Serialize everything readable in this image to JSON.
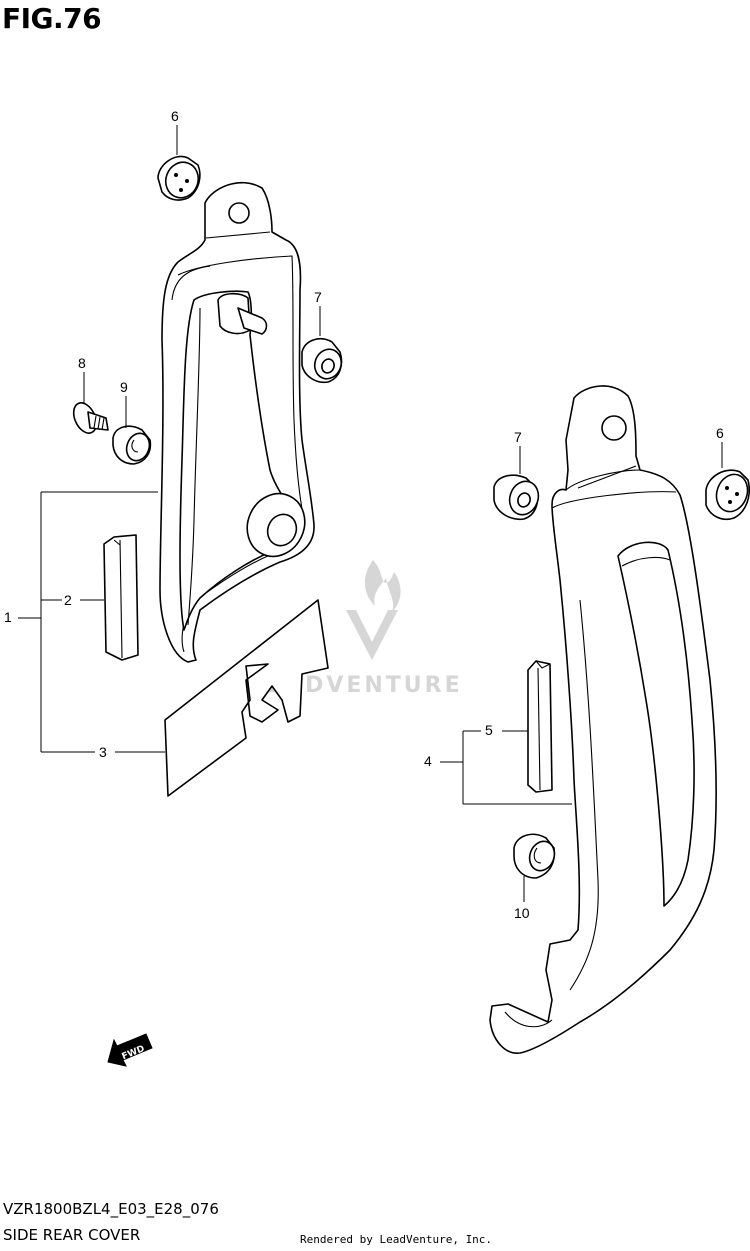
{
  "figure": {
    "title": "FIG.76"
  },
  "footer": {
    "model_code": "VZR1800BZL4_E03_E28_076",
    "section_title": "SIDE REAR COVER",
    "rendered_by": "Rendered by LeadVenture, Inc."
  },
  "watermark": {
    "text": "LEADVENTURE"
  },
  "fwd_arrow": {
    "label": "FWD"
  },
  "callouts": {
    "c1": "1",
    "c2": "2",
    "c3": "3",
    "c4": "4",
    "c5": "5",
    "c6_left": "6",
    "c6_right": "6",
    "c7_left": "7",
    "c7_right": "7",
    "c8": "8",
    "c9": "9",
    "c10": "10"
  }
}
